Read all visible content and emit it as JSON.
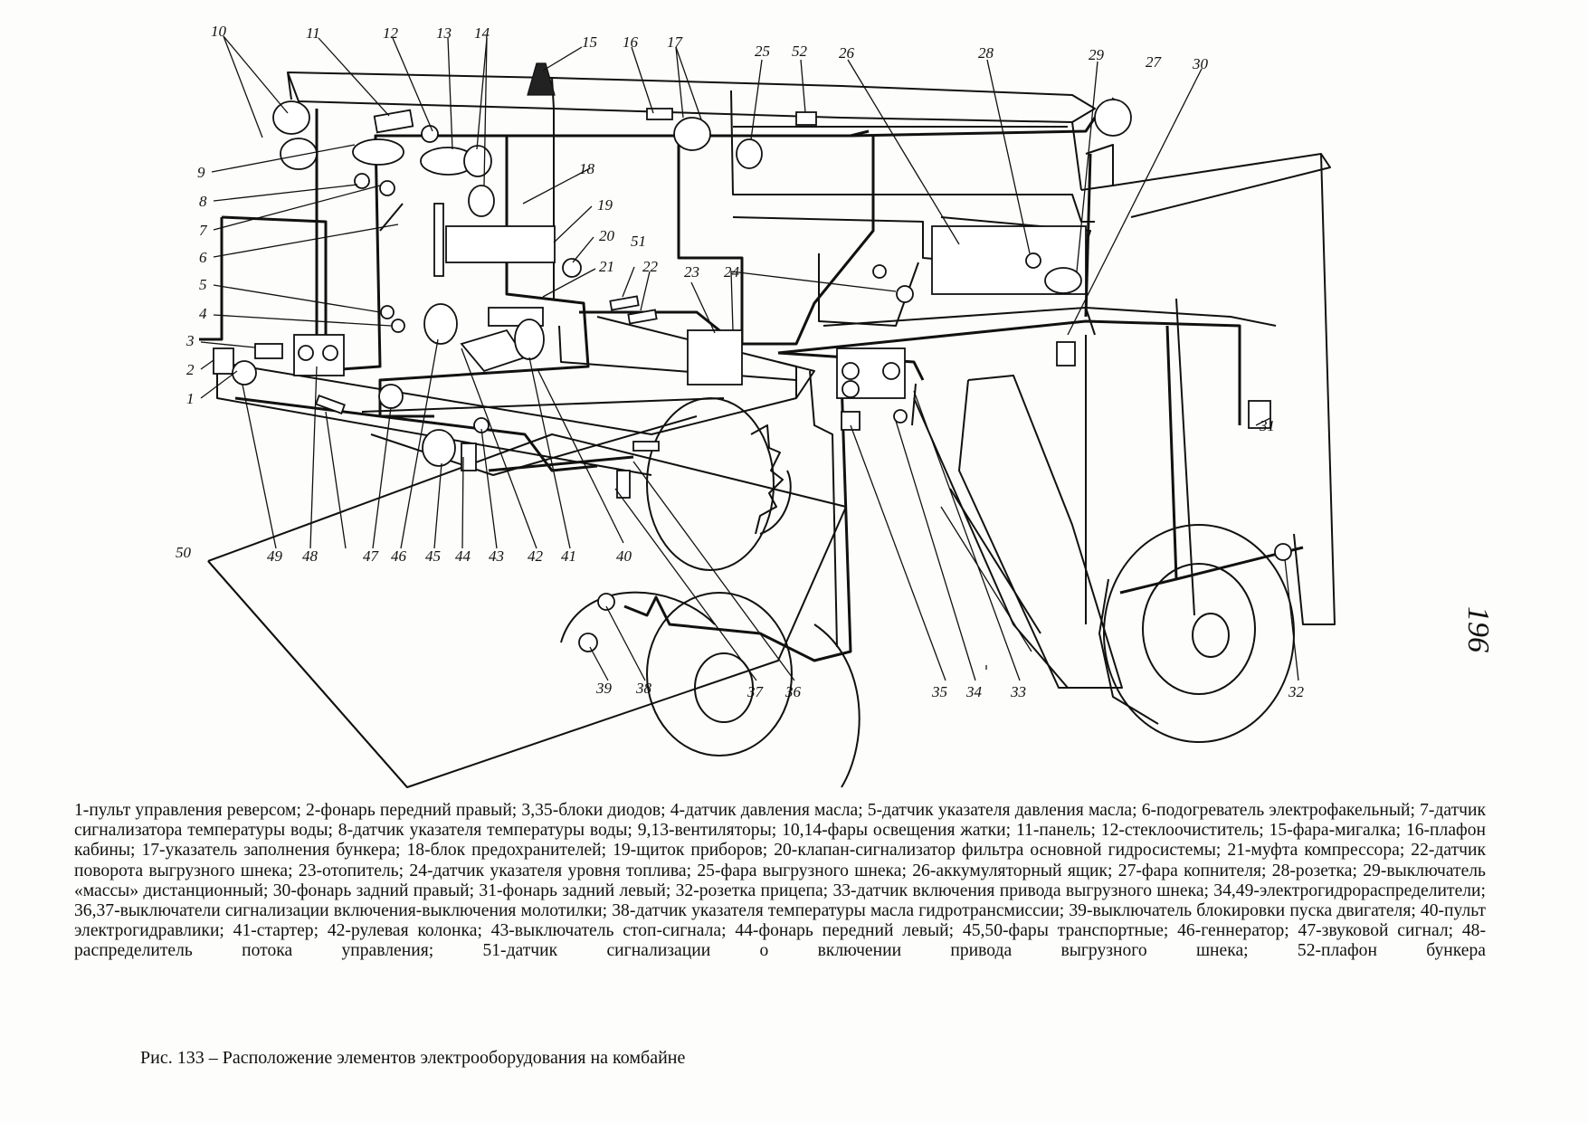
{
  "labels": [
    "1",
    "2",
    "3",
    "4",
    "5",
    "6",
    "7",
    "8",
    "9",
    "10",
    "11",
    "12",
    "13",
    "14",
    "15",
    "16",
    "17",
    "18",
    "19",
    "20",
    "21",
    "22",
    "23",
    "24",
    "25",
    "26",
    "27",
    "28",
    "29",
    "30",
    "31",
    "32",
    "33",
    "34",
    "35",
    "36",
    "37",
    "38",
    "39",
    "40",
    "41",
    "42",
    "43",
    "44",
    "45",
    "46",
    "47",
    "48",
    "49",
    "50",
    "51",
    "52"
  ],
  "caption": "1-пульт управления реверсом; 2-фонарь передний правый; 3,35-блоки диодов; 4-датчик давления масла; 5-датчик указателя давления масла; 6-подогреватель электрофакельный; 7-датчик сигнализатора температуры воды; 8-датчик указателя температуры воды; 9,13-вентиляторы; 10,14-фары освещения жатки; 11-панель; 12-стеклоочиститель; 15-фара-мигалка; 16-плафон кабины; 17-указатель заполнения бункера; 18-блок предохранителей; 19-щиток приборов; 20-клапан-сигнализатор фильтра основной гидросистемы; 21-муфта компрессора; 22-датчик поворота выгрузного шнека; 23-отопитель; 24-датчик указателя уровня топлива; 25-фара выгрузного шнека; 26-аккумуляторный ящик; 27-фара копнителя; 28-розетка; 29-выключатель «массы» дистанционный; 30-фонарь задний правый; 31-фонарь задний левый; 32-розетка прицепа; 33-датчик включения привода выгрузного шнека; 34,49-электрогидрораспределители; 36,37-выключатели сигнализации включения-выключения молотилки; 38-датчик указателя температуры масла гидротрансмиссии; 39-выключатель блокировки пуска двигателя; 40-пульт электрогидравлики; 41-стартер; 42-рулевая колонка; 43-выключатель стоп-сигнала; 44-фонарь передний левый; 45,50-фары транспортные; 46-геннератор; 47-звуковой сигнал; 48-распределитель потока управления; 51-датчик сигнализации о включении привода выгрузного шнека; 52-плафон бункера",
  "figure_title": "Рис. 133 – Расположение элементов электрооборудования на комбайне",
  "page_number": "196"
}
